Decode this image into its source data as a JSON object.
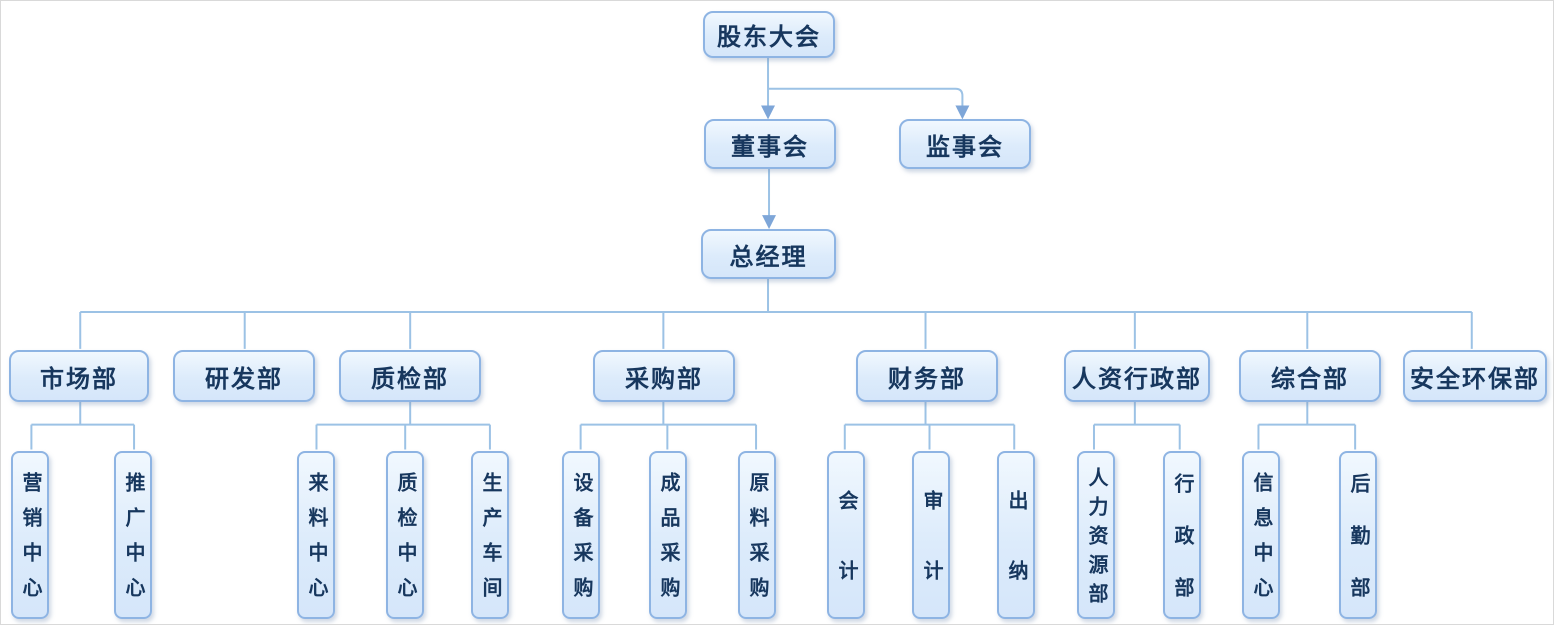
{
  "org": {
    "root": {
      "label": "股东大会"
    },
    "board": {
      "label": "董事会"
    },
    "supervisory": {
      "label": "监事会"
    },
    "gm": {
      "label": "总经理"
    },
    "departments": [
      {
        "label": "市场部",
        "children": [
          {
            "label": "营销中心"
          },
          {
            "label": "推广中心"
          }
        ]
      },
      {
        "label": "研发部",
        "children": []
      },
      {
        "label": "质检部",
        "children": [
          {
            "label": "来料中心"
          },
          {
            "label": "质检中心"
          },
          {
            "label": "生产车间"
          }
        ]
      },
      {
        "label": "采购部",
        "children": [
          {
            "label": "设备采购"
          },
          {
            "label": "成品采购"
          },
          {
            "label": "原料采购"
          }
        ]
      },
      {
        "label": "财务部",
        "children": [
          {
            "label": "会计"
          },
          {
            "label": "审计"
          },
          {
            "label": "出纳"
          }
        ]
      },
      {
        "label": "人资行政部",
        "children": [
          {
            "label": "人力资源部"
          },
          {
            "label": "行政部"
          }
        ]
      },
      {
        "label": "综合部",
        "children": [
          {
            "label": "信息中心"
          },
          {
            "label": "后勤部"
          }
        ]
      },
      {
        "label": "安全环保部",
        "children": []
      }
    ],
    "colors": {
      "node_fill": "#dcebfb",
      "node_border": "#8eb4e3",
      "node_text": "#17375e",
      "connector": "#9cc2e5"
    }
  }
}
